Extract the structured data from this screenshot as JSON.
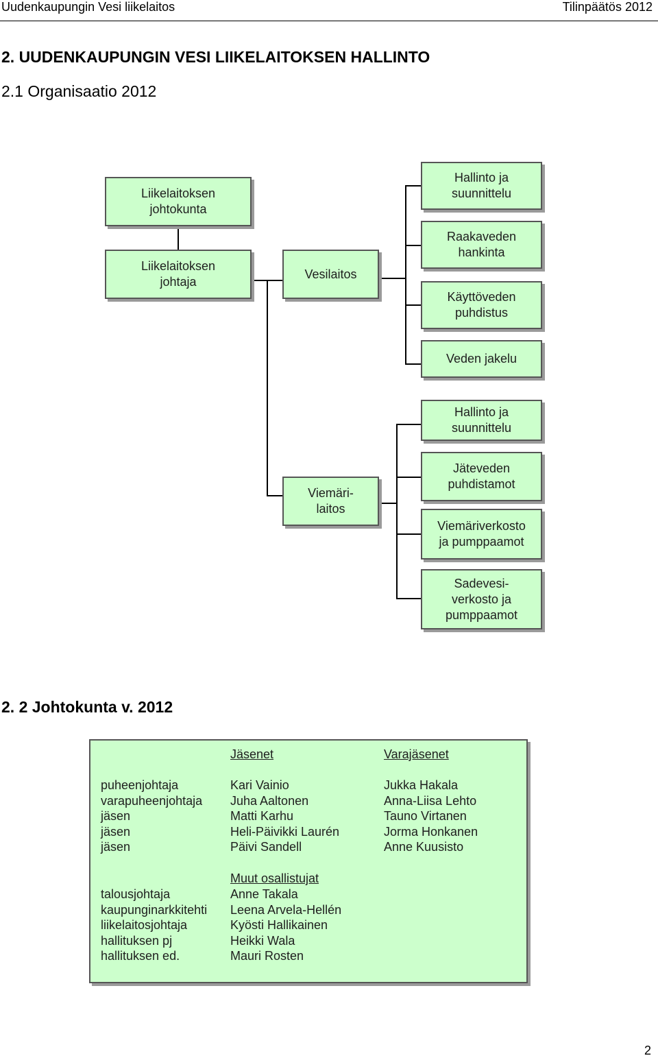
{
  "header": {
    "left": "Uudenkaupungin Vesi liikelaitos",
    "right": "Tilinpäätös 2012"
  },
  "section_title": "2. UUDENKAUPUNGIN VESI LIIKELAITOKSEN HALLINTO",
  "org": {
    "title": "2.1 Organisaatio 2012",
    "board": "Liikelaitoksen\njohtokunta",
    "director": "Liikelaitoksen\njohtaja",
    "water_works": "Vesilaitos",
    "water_units": [
      "Hallinto ja\nsuunnittelu",
      "Raakaveden\nhankinta",
      "Käyttöveden\npuhdistus",
      "Veden jakelu"
    ],
    "sewer_works": "Viemäri-\nlaitos",
    "sewer_units": [
      "Hallinto ja\nsuunnittelu",
      "Jäteveden\npuhdistamot",
      "Viemäriverkosto\nja pumppaamot",
      "Sadevesi-\nverkosto ja\npumppaamot"
    ]
  },
  "board": {
    "title": "2. 2 Johtokunta v. 2012",
    "members_header": "Jäsenet",
    "deputies_header": "Varajäsenet",
    "roles": [
      "puheenjohtaja",
      "varapuheenjohtaja",
      "jäsen",
      "jäsen",
      "jäsen"
    ],
    "members": [
      "Kari Vainio",
      "Juha Aaltonen",
      "Matti Karhu",
      "Heli-Päivikki Laurén",
      "Päivi Sandell"
    ],
    "deputies": [
      "Jukka Hakala",
      "Anna-Liisa Lehto",
      "Tauno Virtanen",
      "Jorma Honkanen",
      "Anne Kuusisto"
    ],
    "others_header": "Muut osallistujat",
    "other_roles": [
      "talousjohtaja",
      "kaupunginarkkitehti",
      "liikelaitosjohtaja",
      "hallituksen pj",
      "hallituksen ed."
    ],
    "other_names": [
      "Anne Takala",
      "Leena Arvela-Hellén",
      "Kyösti Hallikainen",
      "Heikki Wala",
      "Mauri Rosten"
    ]
  },
  "page_number": "2"
}
